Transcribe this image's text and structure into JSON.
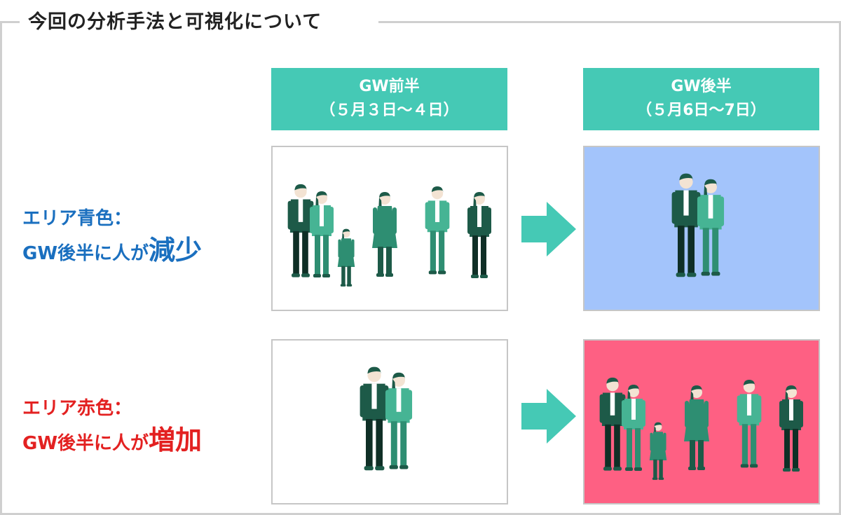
{
  "heading": "今回の分析手法と可視化について",
  "columns": [
    {
      "line1": "GW前半",
      "line2": "（５月３日〜４日）"
    },
    {
      "line1": "GW後半",
      "line2": "（５月6日〜7日）"
    }
  ],
  "rows": [
    {
      "line1": "エリア青色：",
      "line2_prefix": "GW後半に人が",
      "line2_emphasis": "減少",
      "color": "#1a6fbf",
      "after_bg": "#a3c4fb"
    },
    {
      "line1": "エリア赤色：",
      "line2_prefix": "GW後半に人が",
      "line2_emphasis": "増加",
      "color": "#e32121",
      "after_bg": "#fe6083"
    }
  ],
  "colors": {
    "header_teal": "#45c9b5",
    "arrow_teal": "#45c9b5",
    "figure_dark": "#1d5a48",
    "figure_mid": "#2e8e72",
    "figure_light": "#46b494",
    "panel_border": "#c6c6c6"
  },
  "icons": {
    "arrow": "right-arrow-icon",
    "group": "people-group-icon",
    "couple": "couple-icon"
  }
}
